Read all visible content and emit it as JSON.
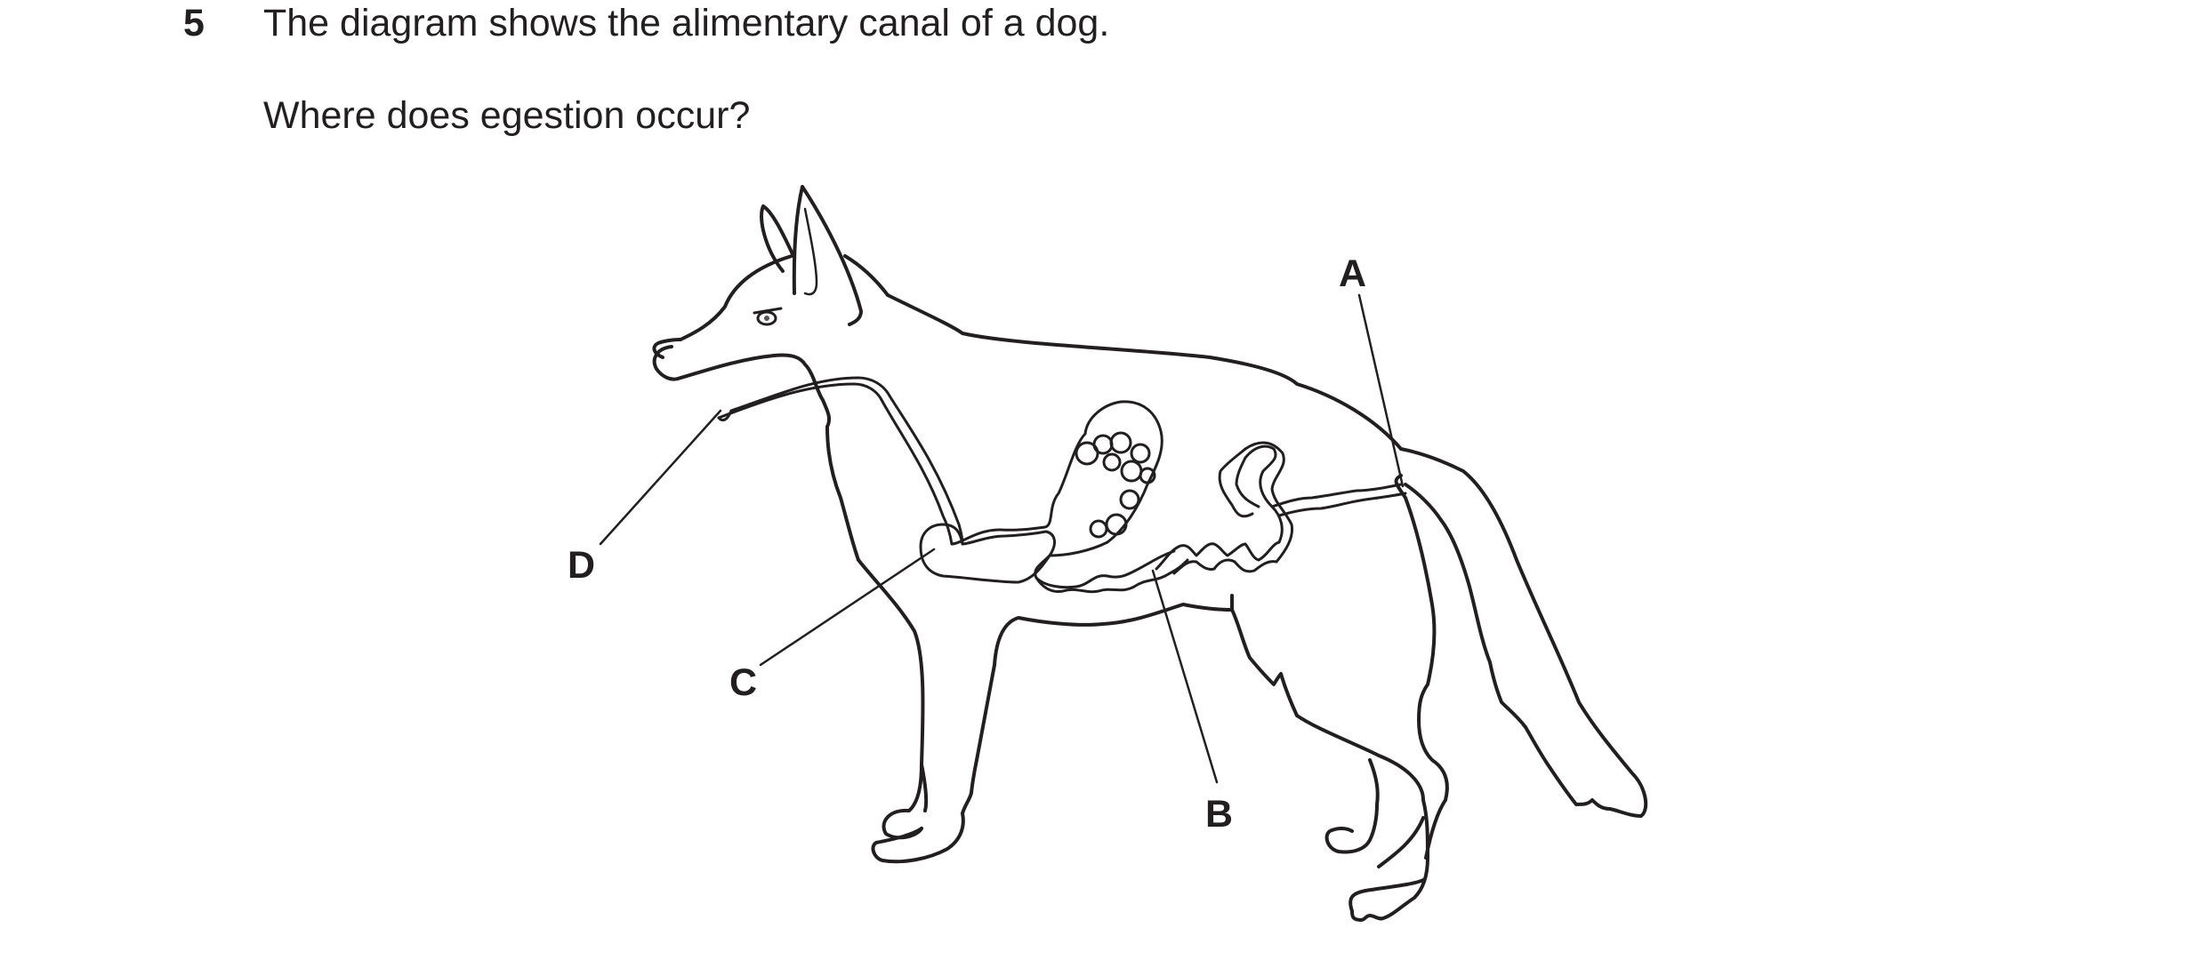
{
  "question": {
    "number": "5",
    "stem": "The diagram shows the alimentary canal of a dog.",
    "prompt": "Where does egestion occur?"
  },
  "diagram": {
    "labels": {
      "A": "A",
      "B": "B",
      "C": "C",
      "D": "D"
    }
  }
}
